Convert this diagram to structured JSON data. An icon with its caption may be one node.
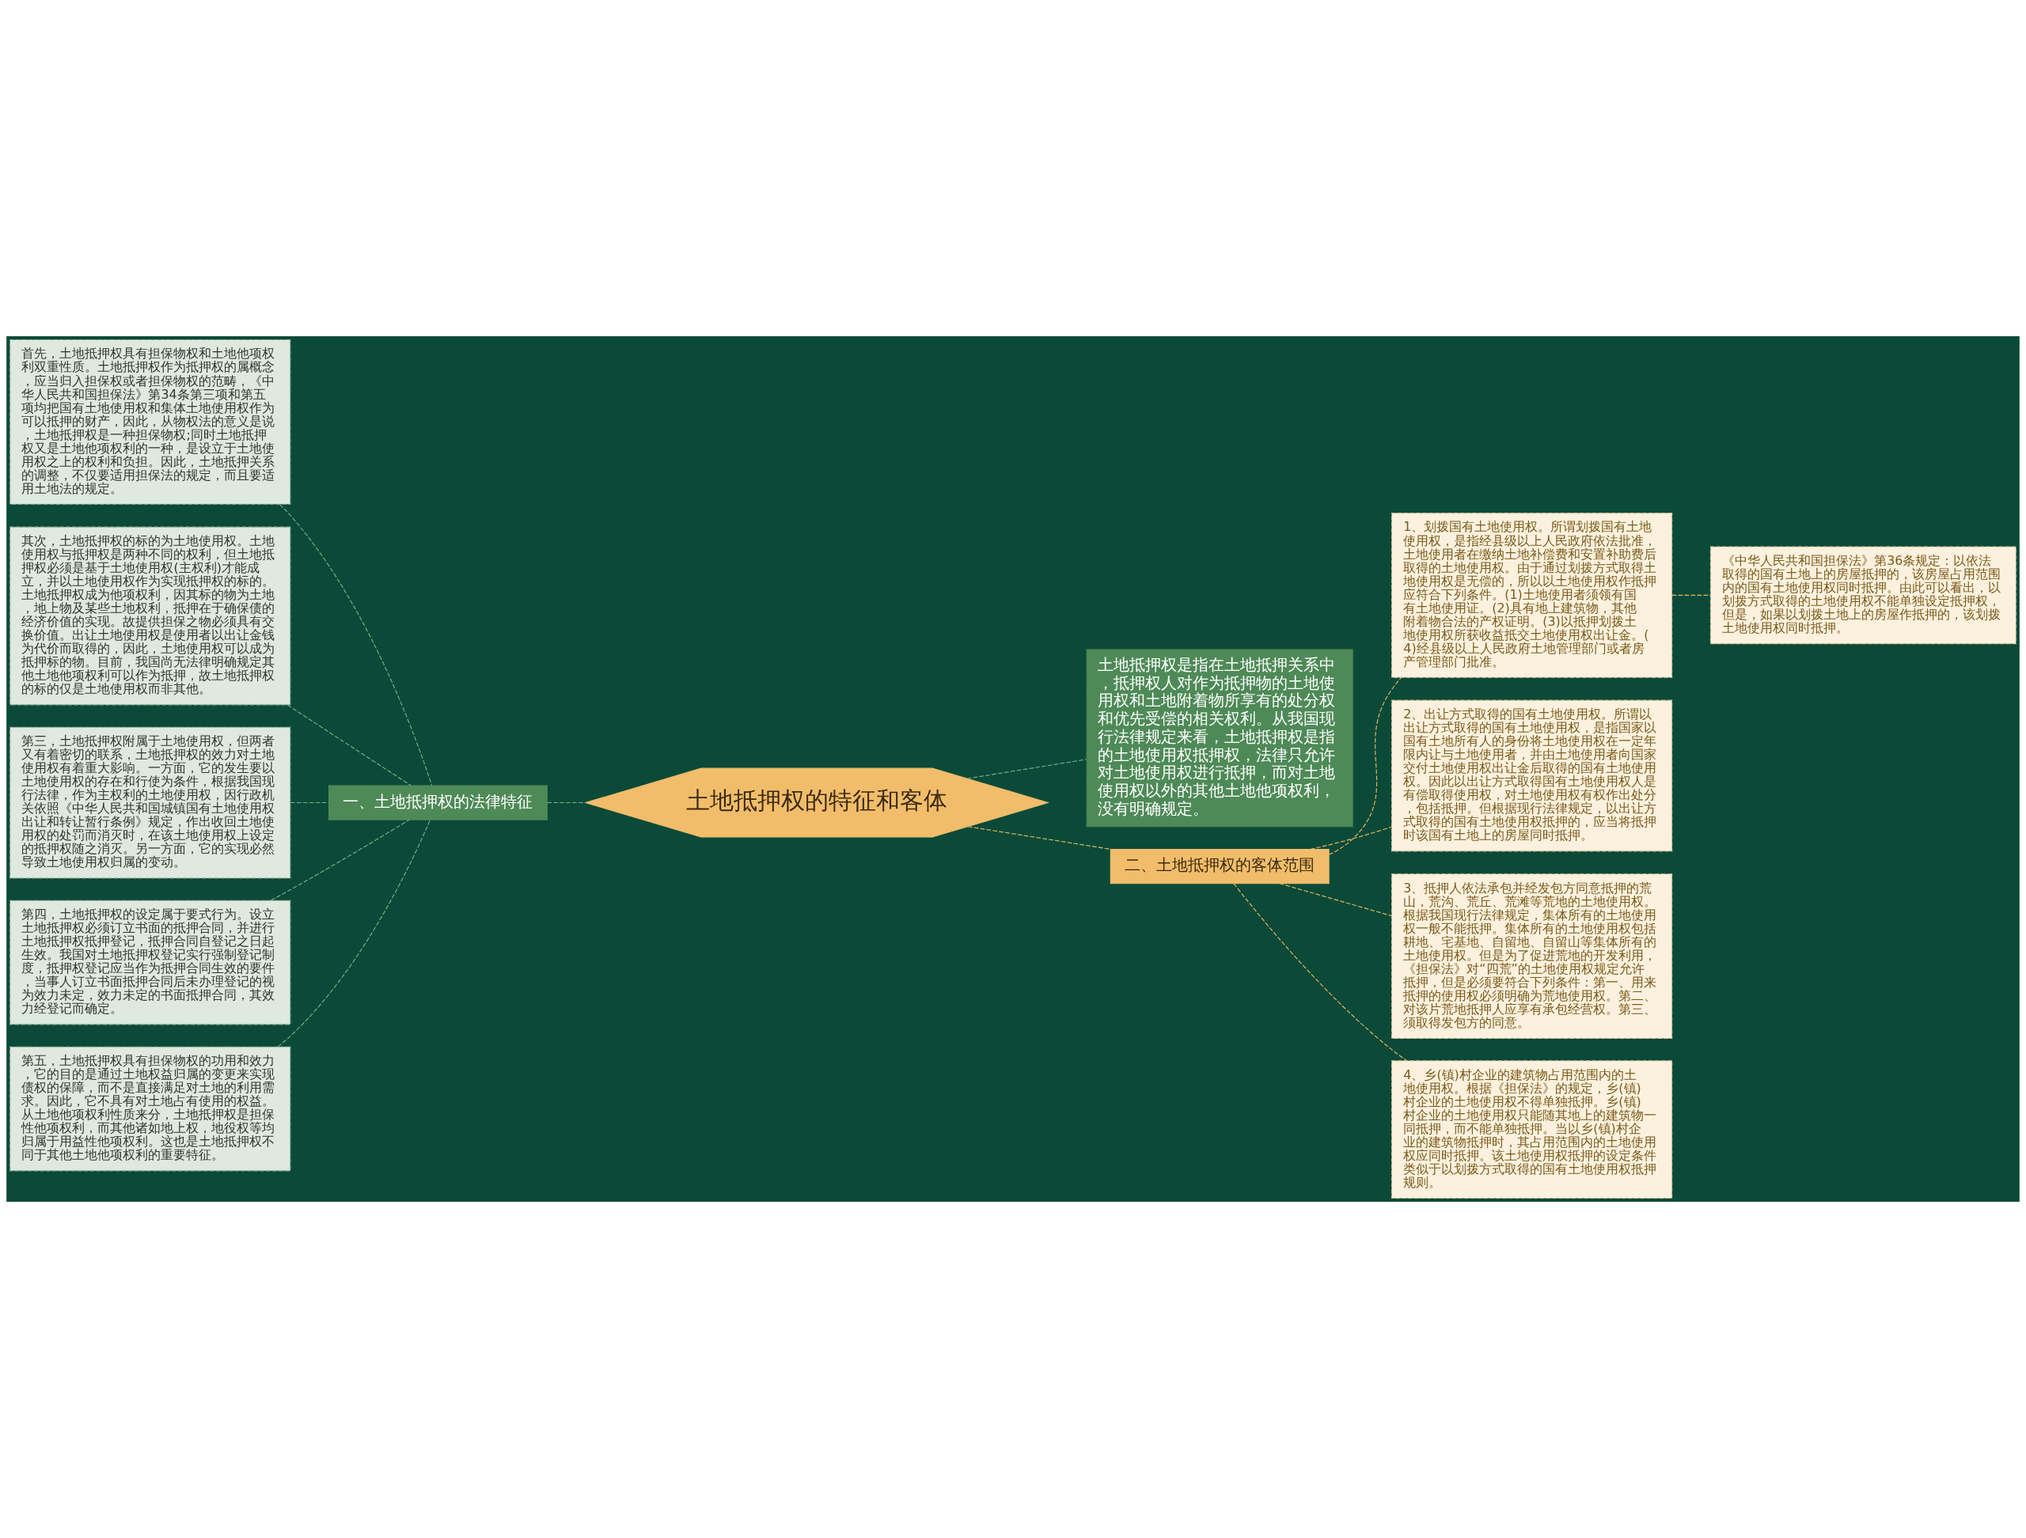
{
  "diagram": {
    "nodes": [
      {
        "text": [
          "土地抵押权的特征和客体"
        ]
      },
      {
        "text": [
          "一、土地抵押权的法律特征"
        ]
      },
      {
        "text": [
          "首先，土地抵押权具有担保物权和土地他项权利双重性质。土地抵押权作为抵押权的属概念，应当归入担保权或者担保物权的范畴，《中华人民共和国担保法》第34条第三项和第五项均把国有土地使用权和集体土地使用权作为可以抵押的财产，因此，从物权法的意义是说，土地抵押权是一种担保物权;同时土地抵押权又是土地他项权利的一种，是设立于土地使用权之上的权利和负担。因此，土地抵押关系的调整，不仅要适用担保法的规定，而且要适用土地法的规定。"
        ]
      },
      {
        "text": [
          "其次，土地抵押权的标的为土地使用权。土地使用权与抵押权是两种不同的权利，但土地抵押权必须是基于土地使用权(主权利)才能成立，并以土地使用权作为实现抵押权的标的。土地抵押权成为他项权利，因其标的物为土地，地上物及某些土地权利，抵押在于确保债的经济价值的实现。故提供担保之物必须具有交换价值。出让土地使用权是使用者以出让金钱为代价而取得的，因此，土地使用权可以成为抵押标的物。目前，我国尚无法律明确规定其他土地他项权利可以作为抵押，故土地抵押权的标的仅是土地使用权而非其他。"
        ]
      },
      {
        "text": [
          "第三，土地抵押权附属于土地使用权，但两者又有着密切的联系，土地抵押权的效力对土地使用权有着重大影响。一方面，它的发生要以土地使用权的存在和行使为条件，根据我国现行法律，作为主权利的土地使用权，因行政机关依照《中华人民共和国城镇国有土地使用权出让和转让暂行条例》规定，作出收回土地使用权的处罚而消灭时，在该土地使用权上设定的抵押权随之消灭。另一方面，它的实现必然导致土地使用权归属的变动。"
        ]
      },
      {
        "text": [
          "第四，土地抵押权的设定属于要式行为。设立土地抵押权必须订立书面的抵押合同，并进行土地抵押权抵押登记，抵押合同自登记之日起生效。我国对土地抵押权登记实行强制登记制度，抵押权登记应当作为抵押合同生效的要件，当事人订立书面抵押合同后未办理登记的视为效力未定，效力未定的书面抵押合同，其效力经登记而确定。"
        ]
      },
      {
        "text": [
          "第五，土地抵押权具有担保物权的功用和效力，它的目的是通过土地权益归属的变更来实现债权的保障，而不是直接满足对土地的利用需求。因此，它不具有对土地占有使用的权益。从土地他项权利性质来分，土地抵押权是担保性他项权利，而其他诸如地上权，地役权等均归属于用益性他项权利。这也是土地抵押权不同于其他土地他项权利的重要特征。"
        ]
      },
      {
        "text": [
          "土地抵押权是指在土地抵押关系中，抵押权人对作为抵押物的土地使用权和土地附着物所享有的处分权和优先受偿的相关权利。从我国现行法律规定来看，土地抵押权是指的土地使用权抵押权，法律只允许对土地使用权进行抵押，而对土地使用权以外的其他土地他项权利，没有明确规定。"
        ]
      },
      {
        "text": [
          "二、土地抵押权的客体范围"
        ]
      },
      {
        "text": [
          "1、划拨国有土地使用权。所谓划拨国有土地使用权，是指经县级以上人民政府依法批准，土地使用者在缴纳土地补偿费和安置补助费后取得的土地使用权。由于通过划拨方式取得土地使用权是无偿的，所以以土地使用权作抵押应符合下列条件。(1)土地使用者须领有国有土地使用证。(2)具有地上建筑物，其他附着物合法的产权证明。(3)以抵押划拨土地使用权所获收益抵交土地使用权出让金。(4)经县级以上人民政府土地管理部门或者房产管理部门批准。"
        ]
      },
      {
        "text": [
          "2、出让方式取得的国有土地使用权。所谓以出让方式取得的国有土地使用权，是指国家以国有土地所有人的身份将土地使用权在一定年限内让与土地使用者，并由土地使用者向国家交付土地使用权出让金后取得的国有土地使用权。因此以出让方式取得国有土地使用权人是有偿取得使用权，对土地使用权有权作出处分，包括抵押。但根据现行法律规定，以出让方式取得的国有土地使用权抵押的，应当将抵押时该国有土地上的房屋同时抵押。"
        ]
      },
      {
        "text": [
          "3、抵押人依法承包并经发包方同意抵押的荒山，荒沟、荒丘、荒滩等荒地的土地使用权。根据我国现行法律规定，集体所有的土地使用权一般不能抵押。集体所有的土地使用权包括耕地、宅基地、自留地、自留山等集体所有的土地使用权。但是为了促进荒地的开发利用，《担保法》对“四荒”的土地使用权规定允许抵押，但是必须要符合下列条件：第一、用来抵押的使用权必须明确为荒地使用权。第二、对该片荒地抵押人应享有承包经营权。第三、须取得发包方的同意。"
        ]
      },
      {
        "text": [
          "4、乡(镇)村企业的建筑物占用范围内的土地使用权。根据《担保法》的规定，乡(镇)村企业的土地使用权不得单独抵押。乡(镇)村企业的土地使用权只能随其地上的建筑物一同抵押，而不能单独抵押。当以乡(镇)村企业的建筑物抵押时，其占用范围内的土地使用权应同时抵押。该土地使用权抵押的设定条件类似于以划拨方式取得的国有土地使用权抵押规则。"
        ]
      },
      {
        "text": [
          "《中华人民共和国担保法》第36条规定：以依法取得的国有土地上的房屋抵押的，该房屋占用范围内的国有土地使用权同时抵押。由此可以看出，以划拨方式取得的土地使用权不能单独设定抵押权，但是，如果以划拨土地上的房屋作抵押的，该划拨土地使用权同时抵押。"
        ]
      }
    ],
    "edges": [
      {
        "from": 0,
        "to": 1,
        "arrow": "none",
        "style": "dashed",
        "color": "#7fae86"
      },
      {
        "from": 1,
        "to": 2,
        "arrow": "none",
        "style": "dashed",
        "color": "#7fae86"
      },
      {
        "from": 1,
        "to": 3,
        "arrow": "none",
        "style": "dashed",
        "color": "#7fae86"
      },
      {
        "from": 1,
        "to": 4,
        "arrow": "none",
        "style": "dashed",
        "color": "#7fae86"
      },
      {
        "from": 1,
        "to": 5,
        "arrow": "none",
        "style": "dashed",
        "color": "#7fae86"
      },
      {
        "from": 1,
        "to": 6,
        "arrow": "none",
        "style": "dashed",
        "color": "#7fae86"
      },
      {
        "from": 0,
        "to": 7,
        "arrow": "none",
        "style": "dashed",
        "color": "#7fae86"
      },
      {
        "from": 0,
        "to": 8,
        "arrow": "none",
        "style": "dashed",
        "color": "#e8b860"
      },
      {
        "from": 8,
        "to": 9,
        "arrow": "none",
        "style": "dashed",
        "color": "#e8b860"
      },
      {
        "from": 8,
        "to": 10,
        "arrow": "none",
        "style": "dashed",
        "color": "#e8b860"
      },
      {
        "from": 8,
        "to": 11,
        "arrow": "none",
        "style": "dashed",
        "color": "#e8b860"
      },
      {
        "from": 8,
        "to": 12,
        "arrow": "none",
        "style": "dashed",
        "color": "#e8b860"
      },
      {
        "from": 9,
        "to": 13,
        "arrow": "none",
        "style": "dashed",
        "color": "#e8b860"
      }
    ]
  }
}
